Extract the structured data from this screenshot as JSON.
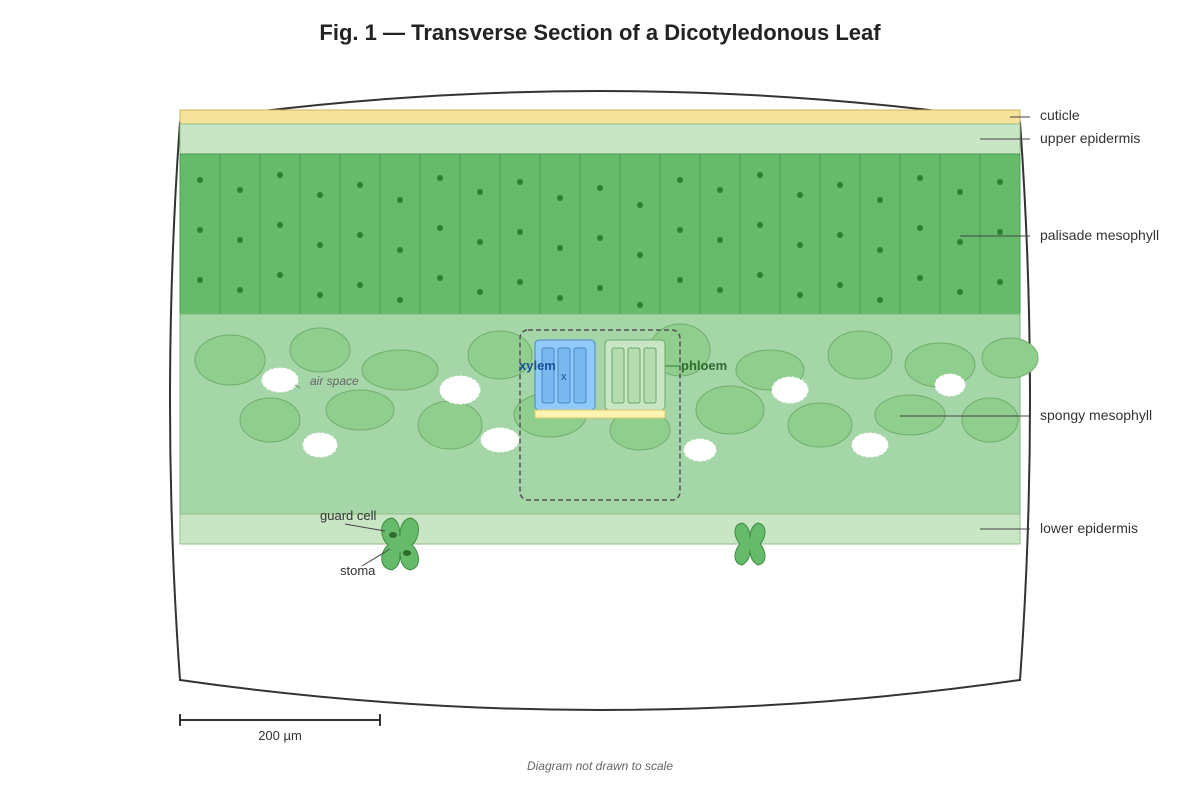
{
  "title": "Fig. 1 — Transverse Section of a Dicotyledonous Leaf",
  "labels": {
    "cuticle": "cuticle",
    "upper_epidermis": "upper epidermis",
    "palisade": "palisade mesophyll",
    "spongy": "spongy mesophyll",
    "lower_epidermis": "lower epidermis",
    "guard_cell": "guard cell",
    "stoma": "stoma",
    "air_space": "air space",
    "xylem": "xylem",
    "xylem_marker": "x",
    "phloem": "phloem"
  },
  "scale_bar": {
    "label": "200 µm"
  },
  "footnote": "Diagram not drawn to scale",
  "colors": {
    "cuticle": "#f5e39c",
    "epidermis": "#c8e6c3",
    "palisade": "#66bb6a",
    "palisade_dot": "#2e7d32",
    "spongy_bg": "#a5d6a7",
    "spongy_cell": "#8fce8c",
    "xylem": "#90caf9",
    "phloem": "#c8e6c3",
    "guard": "#66bb6a"
  }
}
